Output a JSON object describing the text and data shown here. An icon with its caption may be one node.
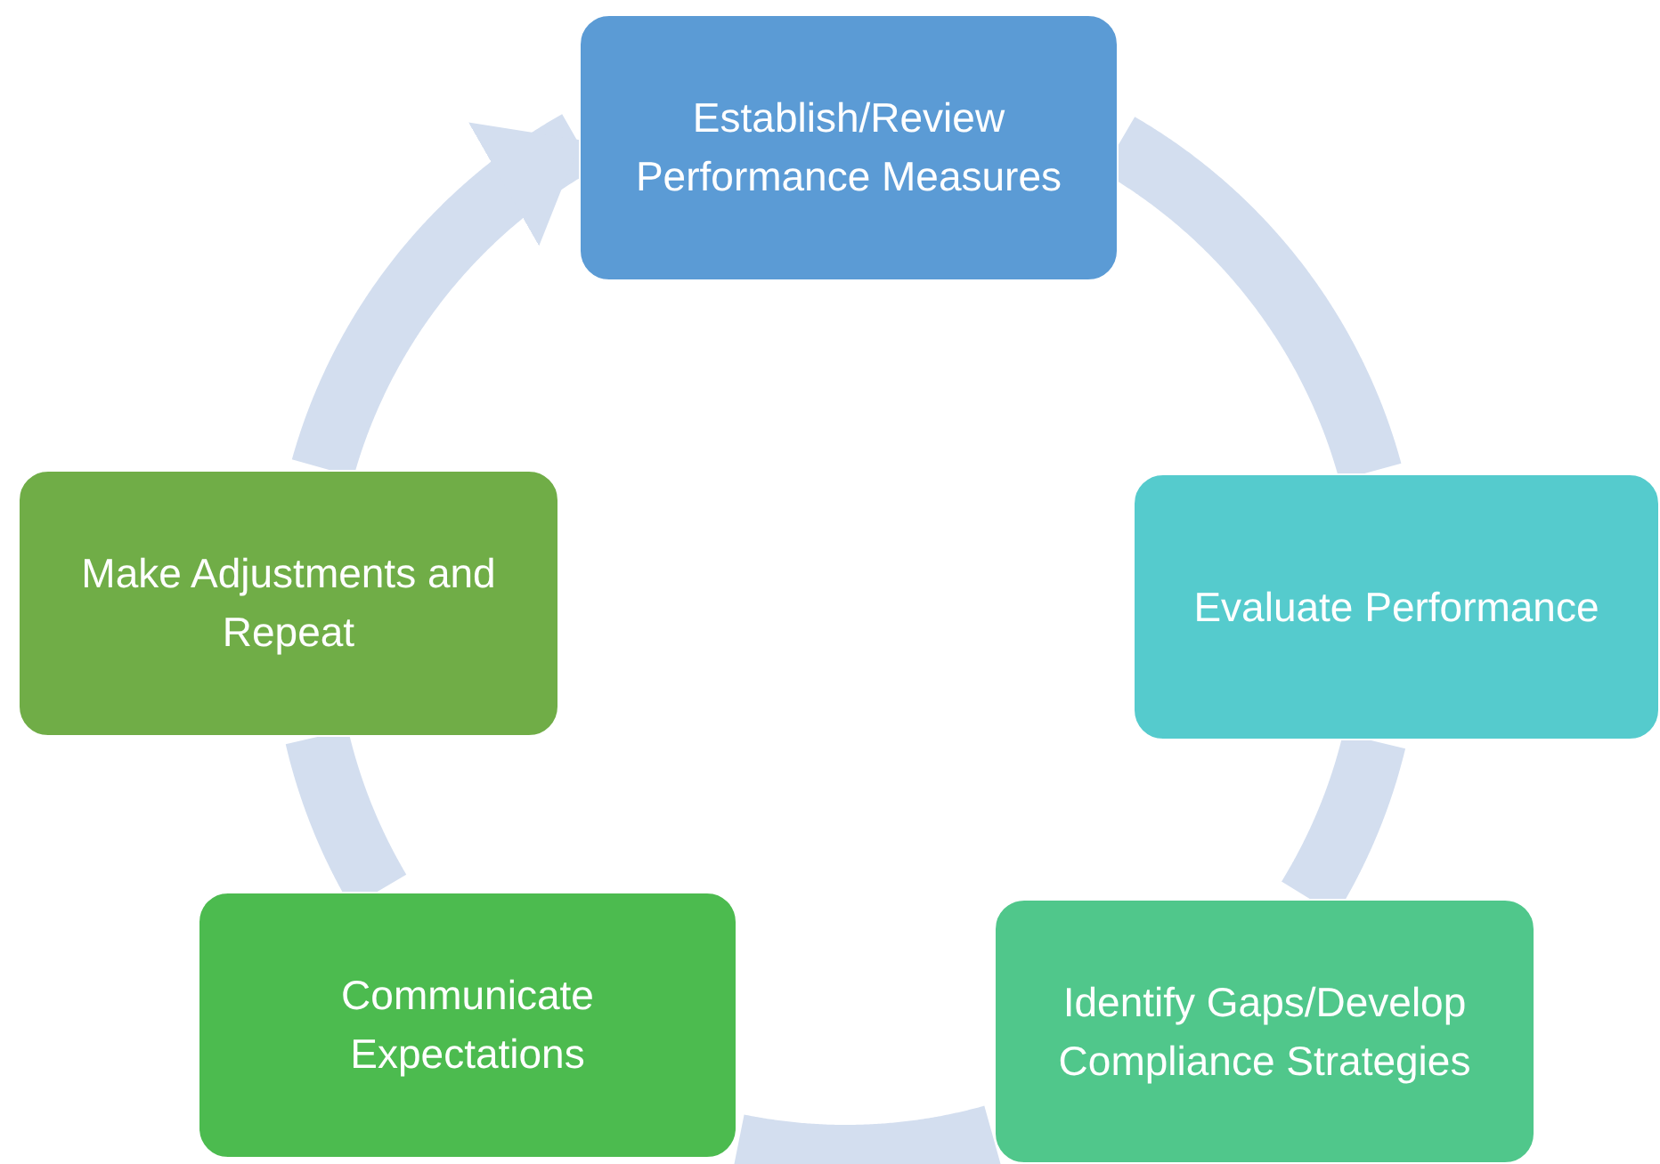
{
  "diagram": {
    "nodes": [
      {
        "text": [
          "Establish/Review Performance Measures"
        ]
      },
      {
        "text": [
          "Evaluate Performance"
        ]
      },
      {
        "text": [
          "Identify Gaps/Develop Compliance Strategies"
        ]
      },
      {
        "text": [
          "Communicate Expectations"
        ]
      },
      {
        "text": [
          "Make Adjustments and Repeat"
        ]
      }
    ],
    "edges": [
      {
        "from": 0,
        "to": 1,
        "arrow": "none"
      },
      {
        "from": 1,
        "to": 2,
        "arrow": "none"
      },
      {
        "from": 2,
        "to": 3,
        "arrow": "none"
      },
      {
        "from": 3,
        "to": 4,
        "arrow": "none"
      },
      {
        "from": 4,
        "to": 0,
        "arrow": "to"
      }
    ]
  }
}
